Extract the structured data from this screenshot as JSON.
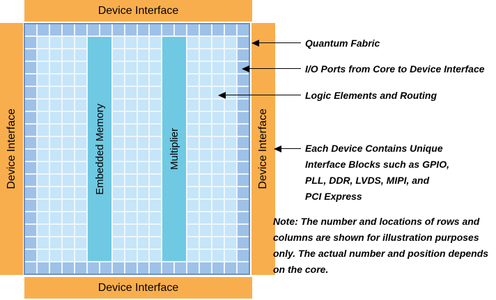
{
  "bars": {
    "top": {
      "label": "Device Interface"
    },
    "bottom": {
      "label": "Device Interface"
    },
    "left": {
      "label": "Device Interface"
    },
    "right": {
      "label": "Device Interface"
    }
  },
  "core": {
    "columns": 18,
    "rows": 20,
    "blocks": [
      {
        "label": "Embedded Memory"
      },
      {
        "label": "Multiplier"
      }
    ]
  },
  "callouts": [
    {
      "label": "Quantum Fabric"
    },
    {
      "label": "I/O Ports from Core to Device Interface"
    },
    {
      "label": "Logic Elements and Routing"
    },
    {
      "label": "Each Device Contains Unique\nInterface Blocks such as GPIO,\nPLL, DDR, LVDS, MIPI, and\nPCI Express"
    }
  ],
  "note": "Note: The number and locations of rows and\ncolumns are  shown for illustration purposes\nonly. The actual number and  position depends\non the core.",
  "colors": {
    "interface_orange": "#f9ae4d",
    "ring_blue": "#9ec1e8",
    "logic_blue": "#c6e5f8",
    "block_teal": "#6fc9e2",
    "core_border": "#7090c4",
    "gridline": "#eef6fd",
    "arrow_black": "#000000"
  }
}
